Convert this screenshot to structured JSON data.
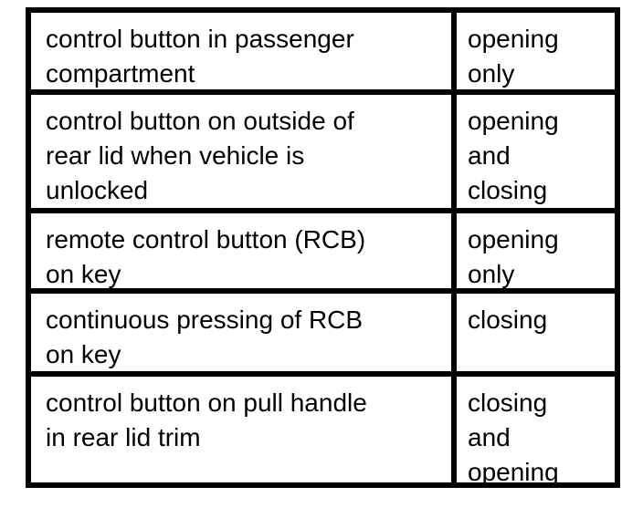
{
  "page": {
    "background_color": "#ffffff"
  },
  "table": {
    "border_color": "#000000",
    "text_color": "#000000",
    "cell_background": "#ffffff",
    "rows": [
      {
        "trigger": "control button in passenger\ncompartment",
        "function": "opening\nonly"
      },
      {
        "trigger": "control button on outside of\nrear lid when vehicle is\nunlocked",
        "function": "opening\nand\nclosing"
      },
      {
        "trigger": "remote control button (RCB)\non key",
        "function": "opening\nonly"
      },
      {
        "trigger": "continuous pressing of RCB\non key",
        "function": "closing"
      },
      {
        "trigger": "control button on pull handle\nin rear lid trim",
        "function": "closing\nand\nopening"
      }
    ]
  }
}
